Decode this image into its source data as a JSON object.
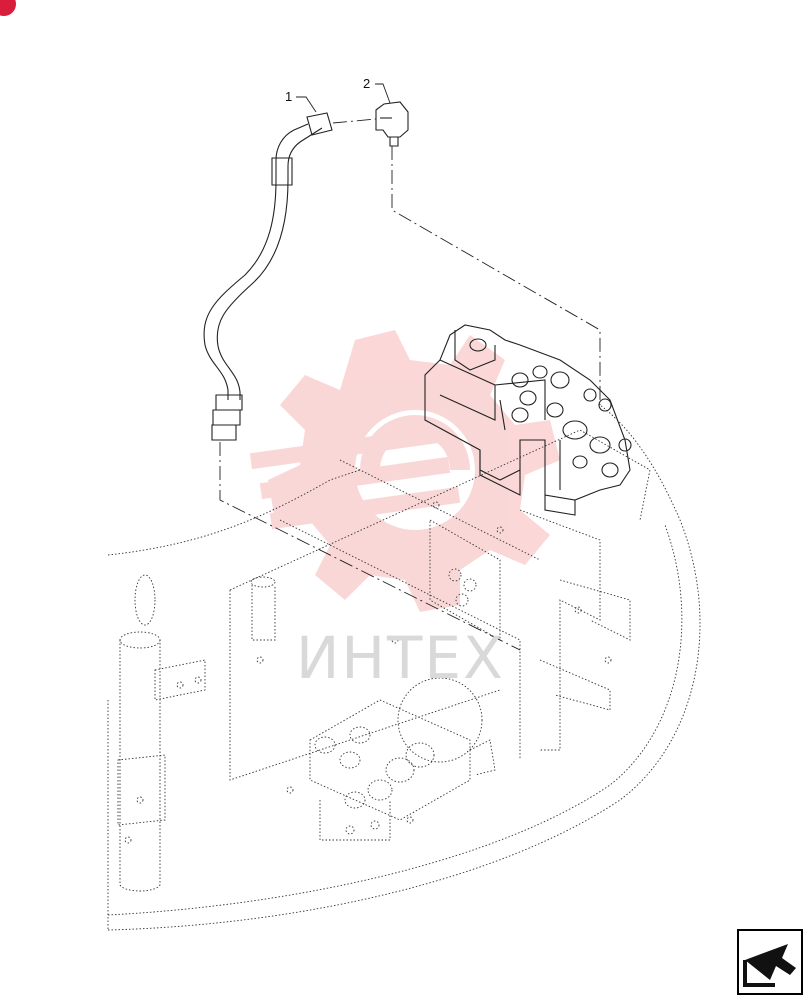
{
  "diagram": {
    "callouts": [
      {
        "id": "part-1",
        "label": "1"
      },
      {
        "id": "part-2",
        "label": "2"
      }
    ]
  },
  "watermark": {
    "text": "ИНТЕХ",
    "color": "#f7b7b7"
  },
  "corner_badge": {
    "color": "#d81e3c"
  },
  "nav_icon": {
    "name": "next-page-arrow-icon"
  }
}
